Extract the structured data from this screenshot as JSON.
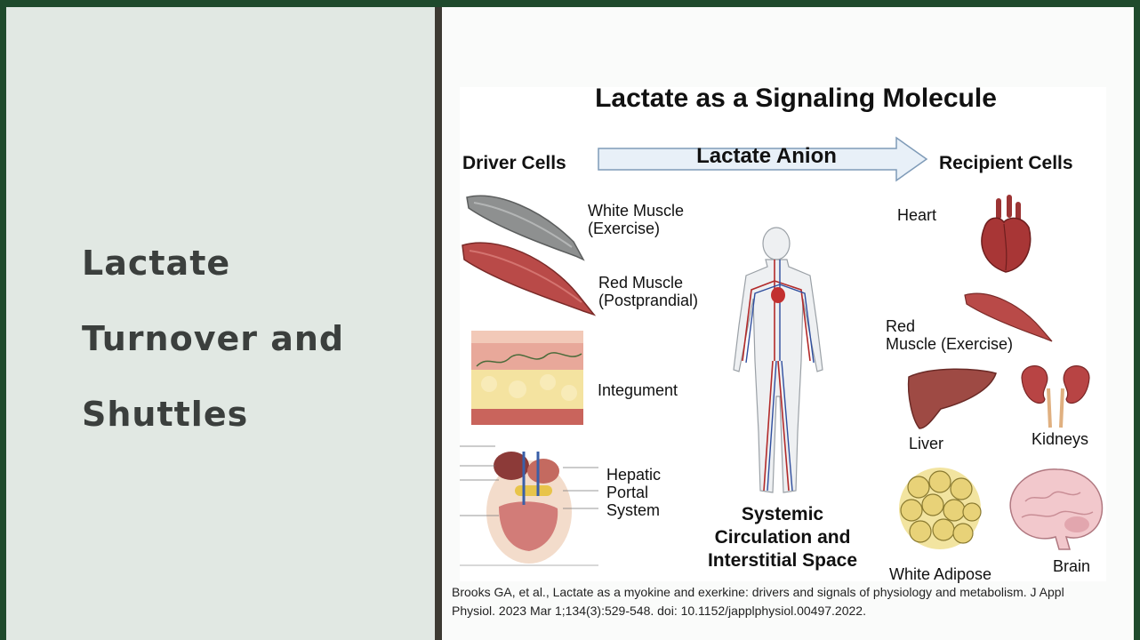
{
  "slide": {
    "title_lines": [
      "Lactate",
      "Turnover and",
      "Shuttles"
    ]
  },
  "figure": {
    "title": "Lactate as a Signaling Molecule",
    "driver_header": "Driver Cells",
    "arrow_label": "Lactate Anion",
    "recipient_header": "Recipient Cells",
    "drivers": [
      {
        "line1": "White Muscle",
        "line2": "(Exercise)"
      },
      {
        "line1": "Red Muscle",
        "line2": "(Postprandial)"
      },
      {
        "line1": "Integument",
        "line2": ""
      },
      {
        "line1": "Hepatic",
        "line2": "Portal",
        "line3": "System"
      }
    ],
    "center_label": [
      "Systemic",
      "Circulation and",
      "Interstitial Space"
    ],
    "recipients": {
      "heart": "Heart",
      "red_muscle_1": "Red",
      "red_muscle_2": "Muscle (Exercise)",
      "liver": "Liver",
      "kidneys": "Kidneys",
      "adipose": "White Adipose",
      "brain": "Brain"
    }
  },
  "citation": {
    "line1": "Brooks GA, et al.,  Lactate as a myokine and exerkine: drivers and signals of physiology and metabolism. J Appl",
    "line2": "Physiol. 2023 Mar 1;134(3):529-548. doi: 10.1152/japplphysiol.00497.2022."
  },
  "colors": {
    "frame_green": "#1f4a2c",
    "left_panel": "#e1e8e3",
    "muscle_red": "#b84a4a",
    "white_muscle": "#8a8c8c",
    "arrow_fill": "#e8f0f8"
  }
}
